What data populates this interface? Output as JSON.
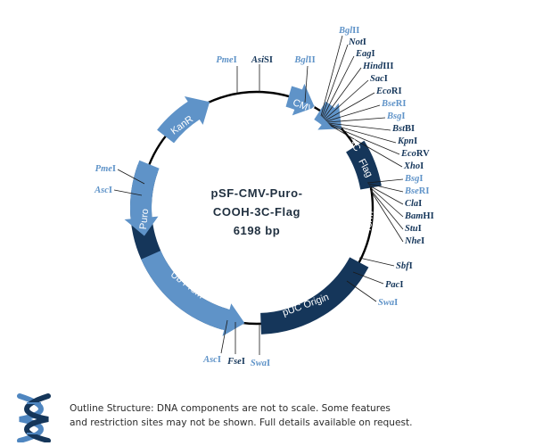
{
  "plasmid": {
    "name_line1": "pSF-CMV-Puro-",
    "name_line2": "COOH-3C-Flag",
    "size": "6198 bp"
  },
  "features": [
    {
      "id": "kanr",
      "label": "KanR",
      "color": "#15365a"
    },
    {
      "id": "cmv",
      "label": "CMV",
      "color": "#5f93c8"
    },
    {
      "id": "3c",
      "label": "3C",
      "color": "#5f93c8"
    },
    {
      "id": "flag",
      "label": "Flag",
      "color": "#5f93c8"
    },
    {
      "id": "term",
      "label": "Term",
      "color": "#15365a"
    },
    {
      "id": "puc-origin",
      "label": "pUC Origin",
      "color": "#15365a"
    },
    {
      "id": "ub-prom",
      "label": "Ub Prom",
      "color": "#5f93c8"
    },
    {
      "id": "puro",
      "label": "Puro",
      "color": "#5f93c8"
    }
  ],
  "sites": [
    {
      "id": "pmei-top",
      "italic": "Pme",
      "roman": "I",
      "tone": "light"
    },
    {
      "id": "asisi",
      "italic": "Asi",
      "roman": "SI",
      "tone": "dark"
    },
    {
      "id": "bglii-1",
      "italic": "Bgl",
      "roman": "II",
      "tone": "light"
    },
    {
      "id": "bglii-2",
      "italic": "Bgl",
      "roman": "II",
      "tone": "light"
    },
    {
      "id": "noti",
      "italic": "Not",
      "roman": "I",
      "tone": "dark"
    },
    {
      "id": "eagi",
      "italic": "Eag",
      "roman": "I",
      "tone": "dark"
    },
    {
      "id": "hindiii",
      "italic": "Hind",
      "roman": "III",
      "tone": "dark"
    },
    {
      "id": "saci",
      "italic": "Sac",
      "roman": "I",
      "tone": "dark"
    },
    {
      "id": "ecori",
      "italic": "Eco",
      "roman": "RI",
      "tone": "dark"
    },
    {
      "id": "bseri-1",
      "italic": "Bse",
      "roman": "RI",
      "tone": "light"
    },
    {
      "id": "bsgi-1",
      "italic": "Bsg",
      "roman": "I",
      "tone": "light"
    },
    {
      "id": "bstbi",
      "italic": "Bst",
      "roman": "BI",
      "tone": "dark"
    },
    {
      "id": "kpni",
      "italic": "Kpn",
      "roman": "I",
      "tone": "dark"
    },
    {
      "id": "ecorv",
      "italic": "Eco",
      "roman": "RV",
      "tone": "dark"
    },
    {
      "id": "xhoi",
      "italic": "Xho",
      "roman": "I",
      "tone": "dark"
    },
    {
      "id": "bsgi-2",
      "italic": "Bsg",
      "roman": "I",
      "tone": "light"
    },
    {
      "id": "bseri-2",
      "italic": "Bse",
      "roman": "RI",
      "tone": "light"
    },
    {
      "id": "clai",
      "italic": "Cla",
      "roman": "I",
      "tone": "dark"
    },
    {
      "id": "bamhi",
      "italic": "Bam",
      "roman": "HI",
      "tone": "dark"
    },
    {
      "id": "stui",
      "italic": "Stu",
      "roman": "I",
      "tone": "dark"
    },
    {
      "id": "nhei",
      "italic": "Nhe",
      "roman": "I",
      "tone": "dark"
    },
    {
      "id": "sbfi",
      "italic": "Sbf",
      "roman": "I",
      "tone": "dark"
    },
    {
      "id": "paci",
      "italic": "Pac",
      "roman": "I",
      "tone": "dark"
    },
    {
      "id": "swai-right",
      "italic": "Swa",
      "roman": "I",
      "tone": "light"
    },
    {
      "id": "swai-bottom",
      "italic": "Swa",
      "roman": "I",
      "tone": "light"
    },
    {
      "id": "fsei",
      "italic": "Fse",
      "roman": "I",
      "tone": "dark"
    },
    {
      "id": "asci-bottom",
      "italic": "Asc",
      "roman": "I",
      "tone": "light"
    },
    {
      "id": "asci-left",
      "italic": "Asc",
      "roman": "I",
      "tone": "light"
    },
    {
      "id": "pmei-left",
      "italic": "Pme",
      "roman": "I",
      "tone": "light"
    }
  ],
  "footer": {
    "line1": "Outline Structure: DNA components are not to scale. Some features",
    "line2": "and restriction sites may not be shown. Full details available on request."
  },
  "colors": {
    "dark_blue": "#15365a",
    "light_blue": "#5f93c8",
    "backbone": "#000000"
  },
  "icons": {
    "footer_logo": "dna-helix-icon"
  }
}
